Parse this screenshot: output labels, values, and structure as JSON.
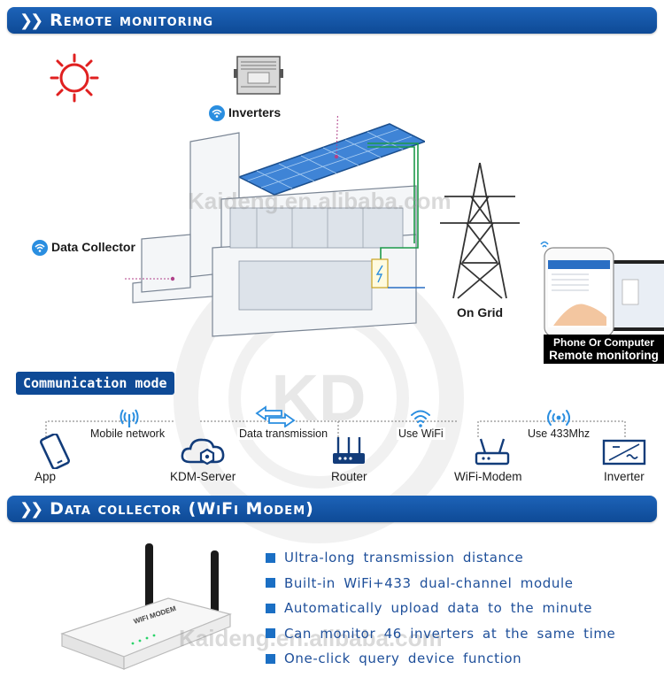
{
  "sections": {
    "remote_monitoring": "Remote monitoring",
    "data_collector": "Data collector (WiFi Modem)"
  },
  "diagram": {
    "inverters": "Inverters",
    "data_collector": "Data Collector",
    "on_grid": "On Grid",
    "phone_caption_1": "Phone Or Computer",
    "phone_caption_2": "Remote monitoring"
  },
  "communication": {
    "title": "Communication mode",
    "nodes": [
      "App",
      "KDM-Server",
      "Router",
      "WiFi-Modem",
      "Inverter"
    ],
    "links": [
      "Mobile network",
      "Data transmission",
      "Use WiFi",
      "Use 433Mhz"
    ]
  },
  "features": [
    "Ultra-long transmission distance",
    "Built-in WiFi+433 dual-channel module",
    "Automatically upload data to the minute",
    "Can monitor 46 inverters at the same time",
    "One-click query device function"
  ],
  "product": {
    "modem_brand": "WIFI MODEM"
  },
  "watermark": {
    "text": "Kaideng.en.alibaba.com",
    "logo": "KD"
  },
  "colors": {
    "banner": "#0e4a96",
    "accent": "#1b6fc4",
    "solar_red": "#e02020"
  }
}
